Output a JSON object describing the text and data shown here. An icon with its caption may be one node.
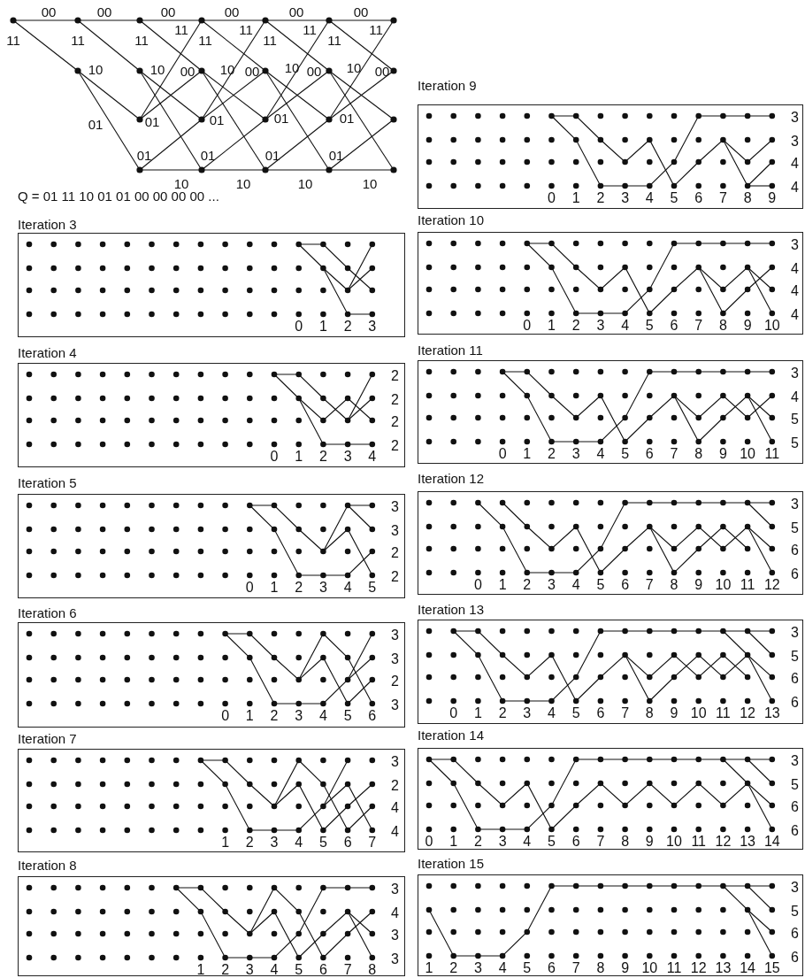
{
  "diagram": {
    "nodes": [
      {
        "text": [
          "Iteration 3",
          "0",
          "1",
          "2",
          "3"
        ]
      },
      {
        "text": [
          "Iteration 4",
          "0",
          "1",
          "2",
          "3",
          "4",
          "2",
          "2",
          "2",
          "2"
        ]
      },
      {
        "text": [
          "Iteration 5",
          "0",
          "1",
          "2",
          "3",
          "4",
          "5",
          "3",
          "3",
          "2",
          "2"
        ]
      },
      {
        "text": [
          "Iteration 6",
          "0",
          "1",
          "2",
          "3",
          "4",
          "5",
          "6",
          "3",
          "3",
          "2",
          "3"
        ]
      },
      {
        "text": [
          "Iteration 7",
          "1",
          "2",
          "3",
          "4",
          "5",
          "6",
          "7",
          "3",
          "2",
          "4",
          "4"
        ]
      },
      {
        "text": [
          "Iteration 8",
          "1",
          "2",
          "3",
          "4",
          "5",
          "6",
          "7",
          "8",
          "3",
          "4",
          "3",
          "3"
        ]
      },
      {
        "text": [
          "Iteration 9",
          "0",
          "1",
          "2",
          "3",
          "4",
          "5",
          "6",
          "7",
          "8",
          "9",
          "3",
          "3",
          "4",
          "4"
        ]
      },
      {
        "text": [
          "Iteration 10",
          "0",
          "1",
          "2",
          "3",
          "4",
          "5",
          "6",
          "7",
          "8",
          "9",
          "10",
          "3",
          "4",
          "4",
          "4"
        ]
      },
      {
        "text": [
          "Iteration 11",
          "0",
          "1",
          "2",
          "3",
          "4",
          "5",
          "6",
          "7",
          "8",
          "9",
          "10",
          "11",
          "3",
          "4",
          "5",
          "5"
        ]
      },
      {
        "text": [
          "Iteration 12",
          "0",
          "1",
          "2",
          "3",
          "4",
          "5",
          "6",
          "7",
          "8",
          "9",
          "10",
          "11",
          "12",
          "3",
          "5",
          "6",
          "6"
        ]
      },
      {
        "text": [
          "Iteration 13",
          "0",
          "1",
          "2",
          "3",
          "4",
          "5",
          "6",
          "7",
          "8",
          "9",
          "10",
          "11",
          "12",
          "13",
          "3",
          "5",
          "6",
          "6"
        ]
      },
      {
        "text": [
          "Iteration 14",
          "0",
          "1",
          "2",
          "3",
          "4",
          "5",
          "6",
          "7",
          "8",
          "9",
          "10",
          "11",
          "12",
          "13",
          "14",
          "3",
          "5",
          "6",
          "6"
        ]
      },
      {
        "text": [
          "Iteration 15",
          "1",
          "2",
          "3",
          "4",
          "5",
          "6",
          "7",
          "8",
          "9",
          "10",
          "11",
          "12",
          "13",
          "14",
          "15",
          "3",
          "5",
          "6",
          "6"
        ]
      }
    ],
    "labels": [
      "00",
      "00",
      "00",
      "00",
      "00",
      "00",
      "11",
      "11",
      "11",
      "11",
      "11",
      "11",
      "11",
      "11",
      "11",
      "11",
      "10",
      "10",
      "00",
      "10",
      "00",
      "10",
      "00",
      "10",
      "00",
      "01",
      "01",
      "01",
      "01",
      "01",
      "01",
      "01",
      "01",
      "01",
      "10",
      "10",
      "10",
      "10",
      "Q = 01 11 10 01 01 00 00 00 00 ..."
    ]
  }
}
